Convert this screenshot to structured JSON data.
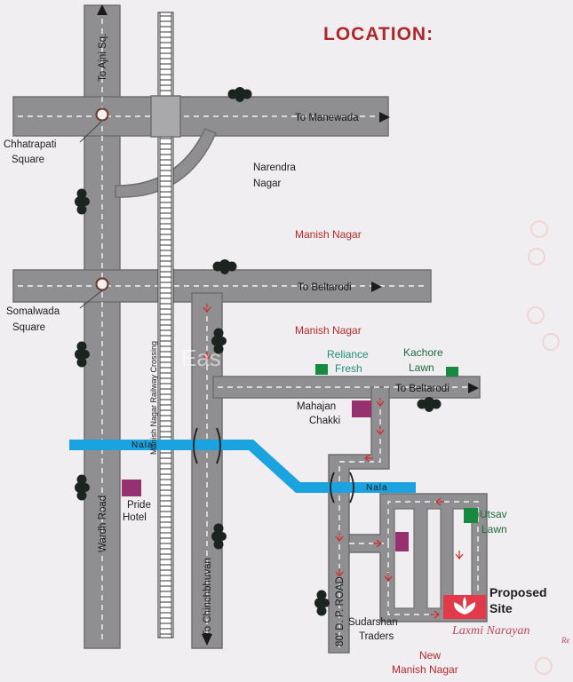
{
  "title": "LOCATION:",
  "roads": {
    "ajni": "To Ajni Sq.",
    "manewada": "To Manewada",
    "beltarodi_1": "To Beltarodi",
    "beltarodi_2": "To Beltarodi",
    "wardh": "Wardh Road",
    "chinchbhuvan": "To Chinchbhuvan",
    "dp_road": "80' D. P. ROAD",
    "railway": "Manish Nagar Railway Crossing"
  },
  "nala": {
    "label_1": "Nala",
    "label_2": "Nala"
  },
  "places": {
    "chhatrapati_1": "Chhatrapati",
    "chhatrapati_2": "Square",
    "somalwada_1": "Somalwada",
    "somalwada_2": "Square",
    "narendra_1": "Narendra",
    "narendra_2": "Nagar",
    "manish_1": "Manish Nagar",
    "manish_2": "Manish Nagar",
    "reliance_1": "Reliance",
    "reliance_2": "Fresh",
    "kachore_1": "Kachore",
    "kachore_2": "Lawn",
    "mahajan_1": "Mahajan",
    "mahajan_2": "Chakki",
    "pride_1": "Pride",
    "pride_2": "Hotel",
    "utsav_1": "Utsav",
    "utsav_2": "Lawn",
    "sudarshan_1": "Sudarshan",
    "sudarshan_2": "Traders",
    "newmanish_1": "New",
    "newmanish_2": "Manish Nagar"
  },
  "site": {
    "label_1": "Proposed",
    "label_2": "Site",
    "brand": "Laxmi Narayan",
    "brand_suffix": "Re"
  },
  "watermark": "Eas",
  "colors": {
    "road": "#8f8f91",
    "road_edge": "#6f6f71",
    "nala": "#1aa3df",
    "marker_purple": "#96306e",
    "marker_green": "#168a3e",
    "arrow_red": "#cc2b2b",
    "tree": "#1c2420",
    "title": "#b0272b"
  }
}
